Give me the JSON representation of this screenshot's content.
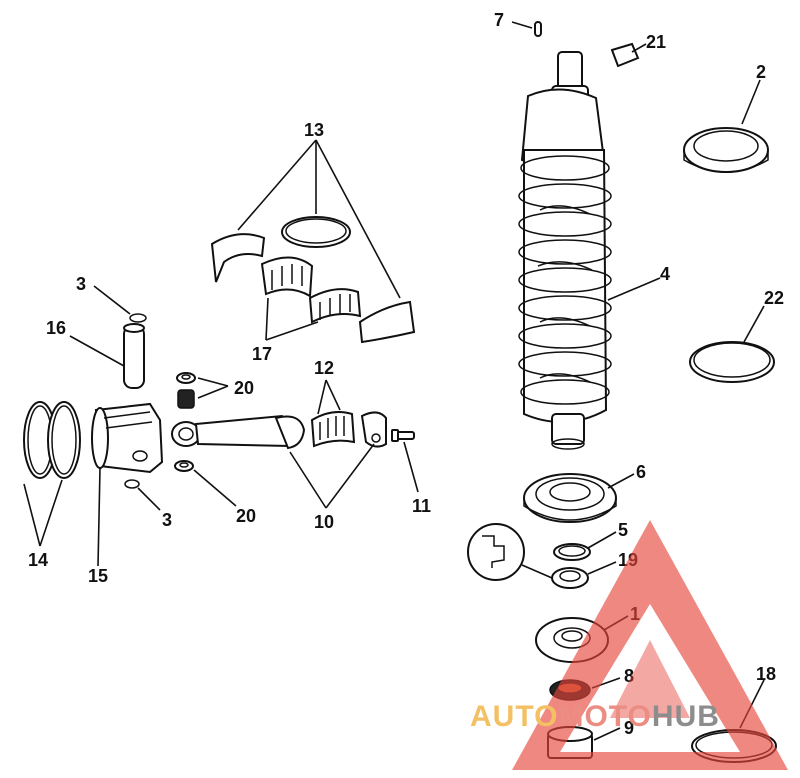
{
  "callouts": {
    "c1": "1",
    "c2": "2",
    "c3a": "3",
    "c3b": "3",
    "c4": "4",
    "c5": "5",
    "c6": "6",
    "c7": "7",
    "c8": "8",
    "c9": "9",
    "c10": "10",
    "c11": "11",
    "c12": "12",
    "c13": "13",
    "c14": "14",
    "c15": "15",
    "c16": "16",
    "c17": "17",
    "c18": "18",
    "c19": "19",
    "c20a": "20",
    "c20b": "20",
    "c21": "21",
    "c22": "22"
  },
  "watermark": {
    "part1": "AUTO",
    "part2": "MOTO",
    "part3": "HUB",
    "colors": {
      "auto": "#f2b64a",
      "moto": "#e87a6e",
      "hub": "#7a7a7a",
      "triangle": "#e8463c"
    }
  }
}
